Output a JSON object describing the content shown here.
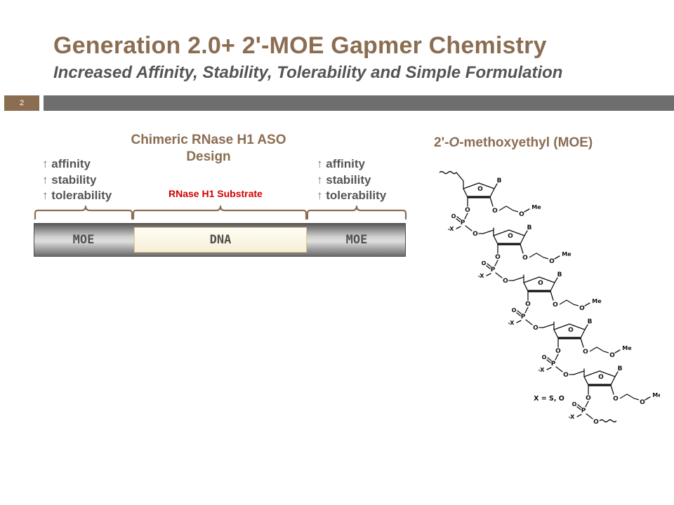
{
  "slide": {
    "title": "Generation 2.0+ 2'-MOE Gapmer Chemistry",
    "subtitle": "Increased Affinity, Stability, Tolerability and Simple Formulation",
    "number": "2"
  },
  "colors": {
    "brand": "#8b6d52",
    "bar": "#6e6e6e",
    "substrate": "#d10000"
  },
  "design": {
    "title": "Chimeric RNase H1 ASO Design",
    "arrow": "↑",
    "left_props": [
      "affinity",
      "stability",
      "tolerability"
    ],
    "right_props": [
      "affinity",
      "stability",
      "tolerability"
    ],
    "substrate": "RNase H1 Substrate",
    "segments": {
      "left": "MOE",
      "middle": "DNA",
      "right": "MOE"
    }
  },
  "moe": {
    "title": "2'-O-methoxyethyl (MOE)",
    "title_prefix": "2'-",
    "title_italic": "O",
    "title_suffix": "-methoxyethyl (MOE)",
    "labels": {
      "ring_oxygen": "O",
      "base": "B",
      "oxygen": "O",
      "methyl": "Me",
      "phosphorus": "P",
      "thio": "-X"
    },
    "footnote": "X = S, O"
  }
}
